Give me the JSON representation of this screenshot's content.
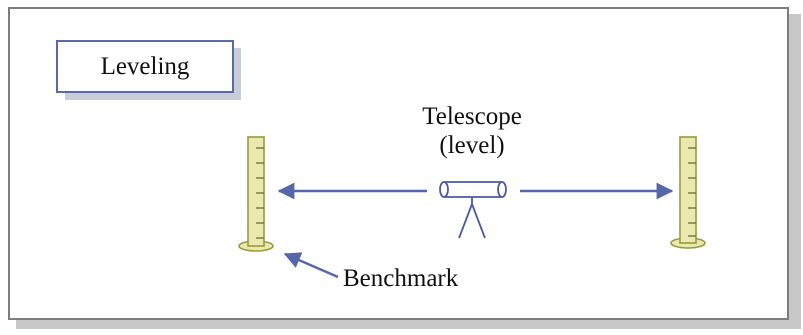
{
  "title": "Leveling",
  "labels": {
    "telescope_line1": "Telescope",
    "telescope_line2": "(level)",
    "benchmark": "Benchmark"
  },
  "colors": {
    "frame": "#7d7d7d",
    "title_border": "#5a6aa6",
    "arrow": "#5566aa",
    "rod_fill": "#eaeab0",
    "rod_stroke": "#9a9a3c",
    "telescope_stroke": "#4a5aa0"
  }
}
